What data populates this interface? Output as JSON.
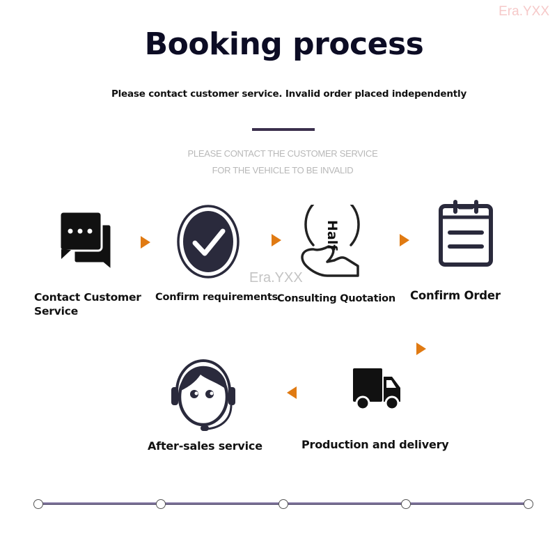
{
  "watermark": "Era.YXX",
  "header": {
    "title": "Booking process",
    "subtitle": "Please contact customer service. Invalid order placed independently",
    "english_note_line1": "PLEASE CONTACT THE CUSTOMER SERVICE",
    "english_note_line2": "FOR THE VEHICLE TO BE INVALID"
  },
  "steps": [
    {
      "label_line1": "Contact Customer",
      "label_line2": "Service",
      "icon": "chat-bubbles-icon"
    },
    {
      "label": "Confirm requirements",
      "icon": "check-circle-icon"
    },
    {
      "label": "Consulting Quotation",
      "icon": "hand-quote-icon",
      "icon_text": "Half"
    },
    {
      "label": "Confirm Order",
      "icon": "clipboard-icon"
    },
    {
      "label": "Production and delivery",
      "icon": "truck-icon"
    },
    {
      "label": "After-sales service",
      "icon": "headset-agent-icon"
    }
  ],
  "colors": {
    "title": "#0c0c24",
    "arrow": "#e07a12",
    "icon_dark": "#2a2a3c",
    "timeline": "#7a6f96"
  },
  "timeline": {
    "node_count": 5
  }
}
